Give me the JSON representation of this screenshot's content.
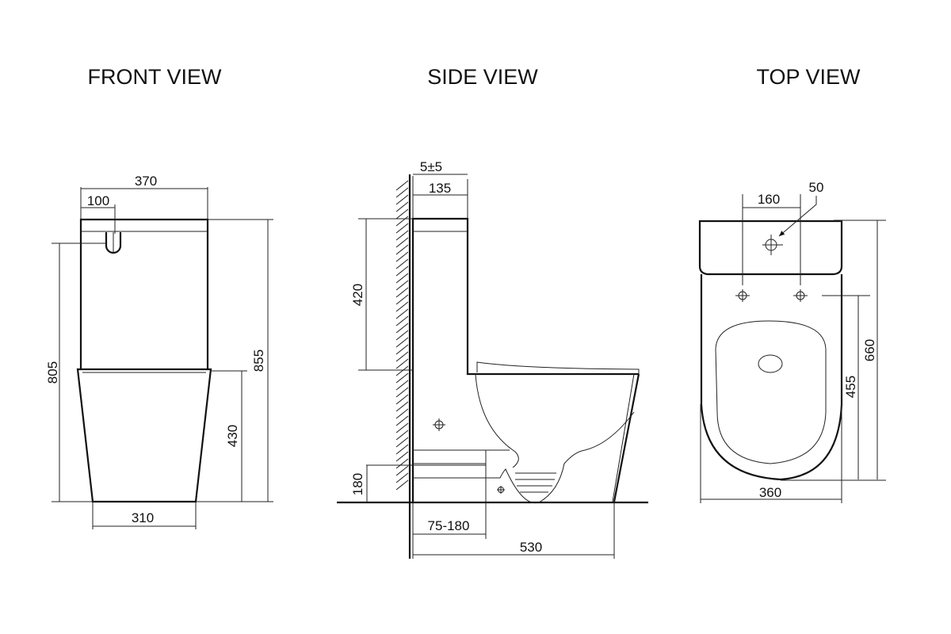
{
  "views": {
    "front": {
      "title": "FRONT VIEW",
      "dims": {
        "width_top": "370",
        "button_offset": "100",
        "button_height": "805",
        "total_height": "855",
        "bowl_height": "430",
        "base_width": "310"
      }
    },
    "side": {
      "title": "SIDE VIEW",
      "dims": {
        "wall_gap": "5±5",
        "tank_depth": "135",
        "tank_height": "420",
        "outlet_height": "180",
        "outlet_distance": "75-180",
        "total_depth": "530"
      }
    },
    "top": {
      "title": "TOP VIEW",
      "dims": {
        "hole_spacing": "160",
        "hole_diameter": "50",
        "total_length": "660",
        "bowl_length": "455",
        "width": "360"
      }
    }
  }
}
